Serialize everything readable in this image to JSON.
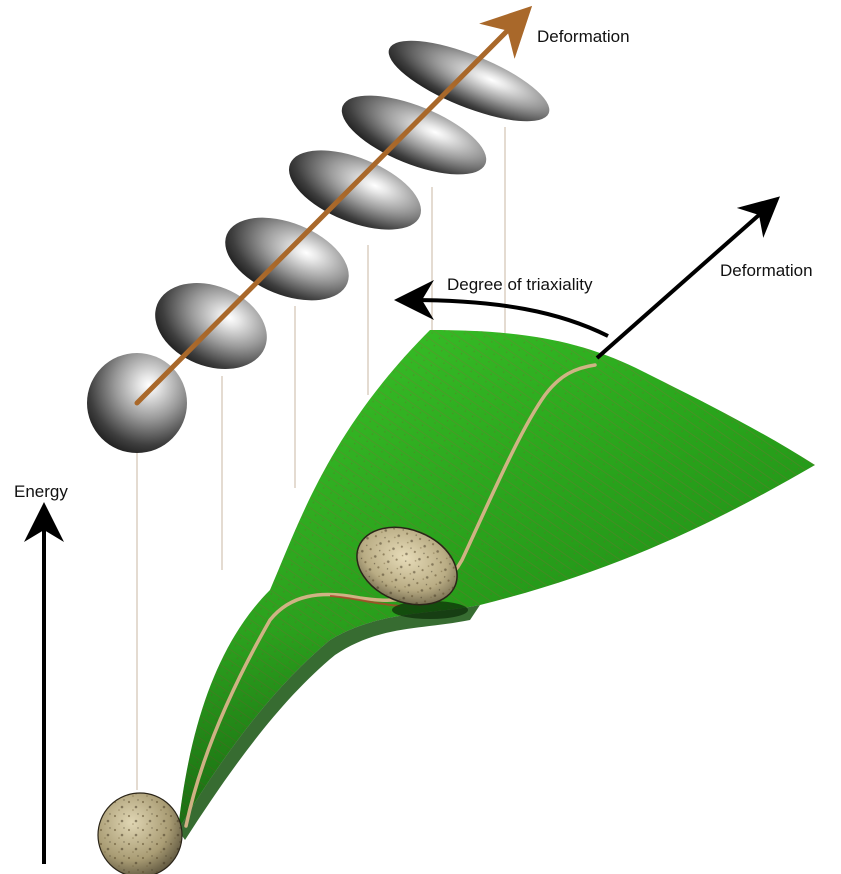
{
  "labels": {
    "deformation_top": "Deformation",
    "deformation_right": "Deformation",
    "triaxiality": "Degree of triaxiality",
    "energy": "Energy"
  },
  "colors": {
    "surface": "#2fb31f",
    "surface_dark": "#1d7a14",
    "path": "#d8b48a",
    "deformation_arrow": "#a9682a",
    "arrow_black": "#000000",
    "shape_gray": "#8a8a8a"
  },
  "shapes": {
    "count": 6,
    "description_kind": [
      "sphere",
      "oblate",
      "oblate",
      "oblate",
      "oblate",
      "oblate"
    ]
  }
}
